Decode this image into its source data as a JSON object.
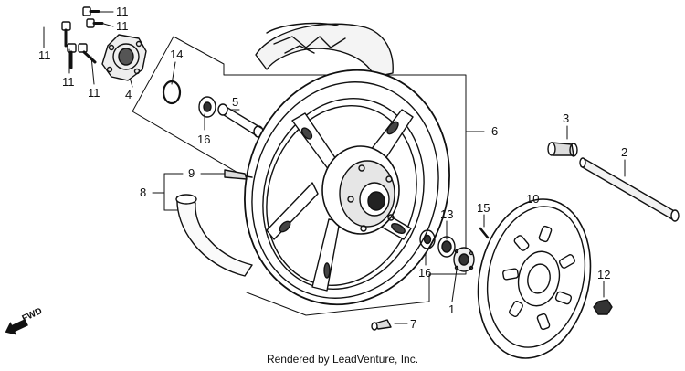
{
  "diagram": {
    "credit": "Rendered by LeadVenture, Inc.",
    "fwd_label": "FWD",
    "callouts": {
      "c1": "1",
      "c2": "2",
      "c3": "3",
      "c4": "4",
      "c5": "5",
      "c6": "6",
      "c7": "7",
      "c8": "8",
      "c9": "9",
      "c10": "10",
      "c11a": "11",
      "c11b": "11",
      "c11c": "11",
      "c11d": "11",
      "c11e": "11",
      "c12": "12",
      "c13": "13",
      "c14": "14",
      "c15": "15",
      "c16a": "16",
      "c16b": "16"
    }
  }
}
